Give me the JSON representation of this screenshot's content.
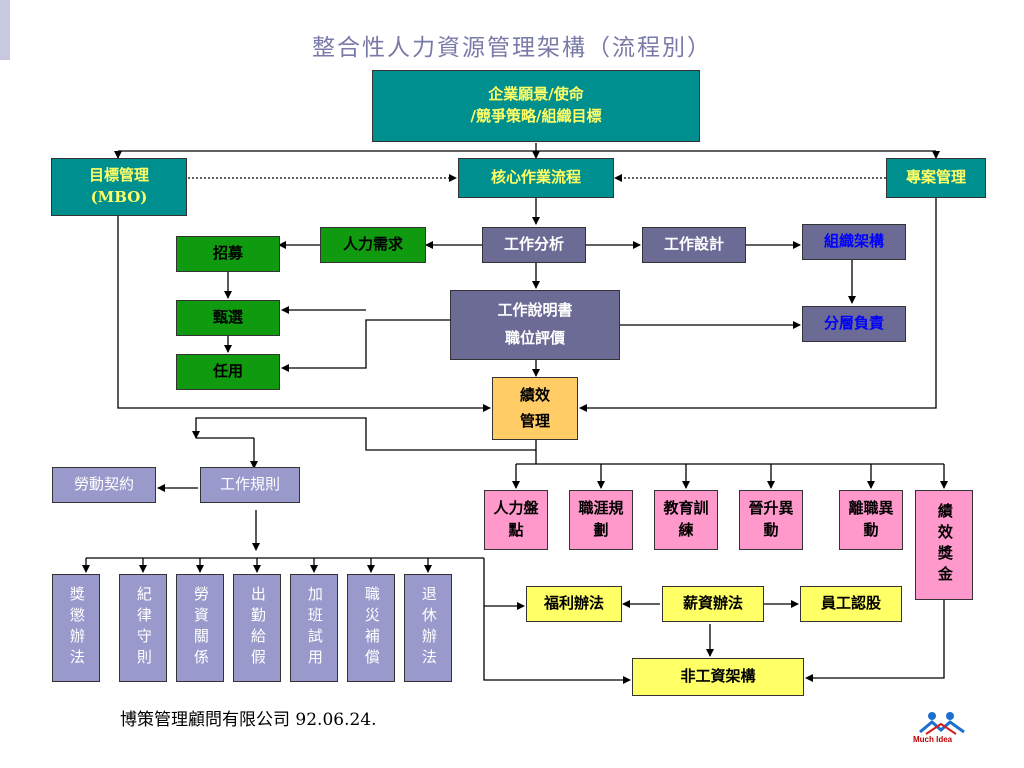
{
  "title": "整合性人力資源管理架構（流程別）",
  "footer": "博策管理顧問有限公司 92.06.24.",
  "logo_text": "Much Idea",
  "nodes": {
    "vision_1": "企業願景/使命",
    "vision_2": "/競爭策略/組織目標",
    "mbo_1": "目標管理",
    "mbo_2": "(MBO)",
    "core": "核心作業流程",
    "project": "專案管理",
    "manpower": "人力需求",
    "job_analysis": "工作分析",
    "job_design": "工作設計",
    "org_structure": "組織架構",
    "recruit": "招募",
    "select": "甄選",
    "appoint": "任用",
    "job_desc_1": "工作說明書",
    "job_desc_2": "職位評價",
    "delegation": "分層負責",
    "perf_1": "績效",
    "perf_2": "管理",
    "labor_contract": "勞動契約",
    "work_rules": "工作規則",
    "hr_inventory": "人力盤點",
    "career": "職涯規劃",
    "training": "教育訓練",
    "promotion": "晉升異動",
    "resign": "離職異動",
    "bonus": "績效獎金",
    "reward": "獎懲辦法",
    "discipline": "紀律守則",
    "labor_rel": "勞資關係",
    "attendance": "出勤給假",
    "overtime": "加班試用",
    "injury": "職災補償",
    "retire": "退休辦法",
    "welfare": "福利辦法",
    "salary": "薪資辦法",
    "stock": "員工認股",
    "non_salary": "非工資架構"
  }
}
